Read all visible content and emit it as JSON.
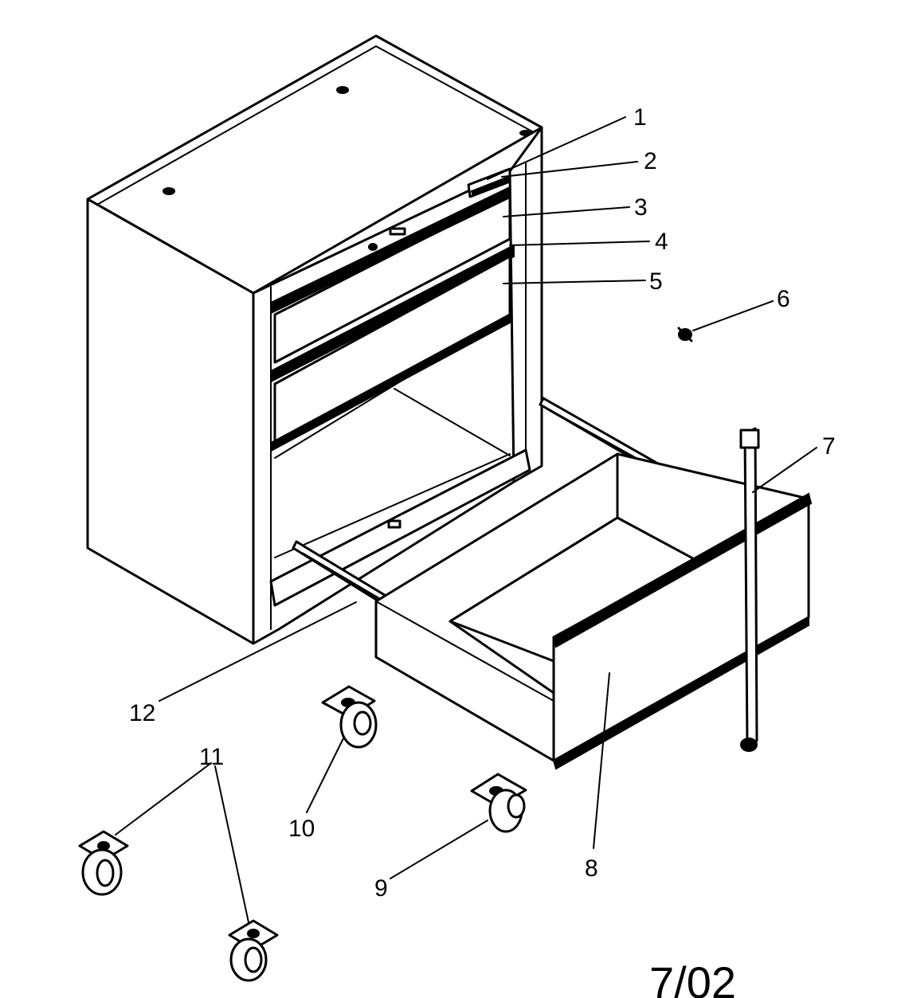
{
  "callouts": [
    {
      "id": "callout-1",
      "label": "1"
    },
    {
      "id": "callout-2",
      "label": "2"
    },
    {
      "id": "callout-3",
      "label": "3"
    },
    {
      "id": "callout-4",
      "label": "4"
    },
    {
      "id": "callout-5",
      "label": "5"
    },
    {
      "id": "callout-6",
      "label": "6"
    },
    {
      "id": "callout-7",
      "label": "7"
    },
    {
      "id": "callout-8",
      "label": "8"
    },
    {
      "id": "callout-9",
      "label": "9"
    },
    {
      "id": "callout-10",
      "label": "10"
    },
    {
      "id": "callout-11",
      "label": "11"
    },
    {
      "id": "callout-12",
      "label": "12"
    }
  ],
  "footer": {
    "date_code": "7/02"
  }
}
